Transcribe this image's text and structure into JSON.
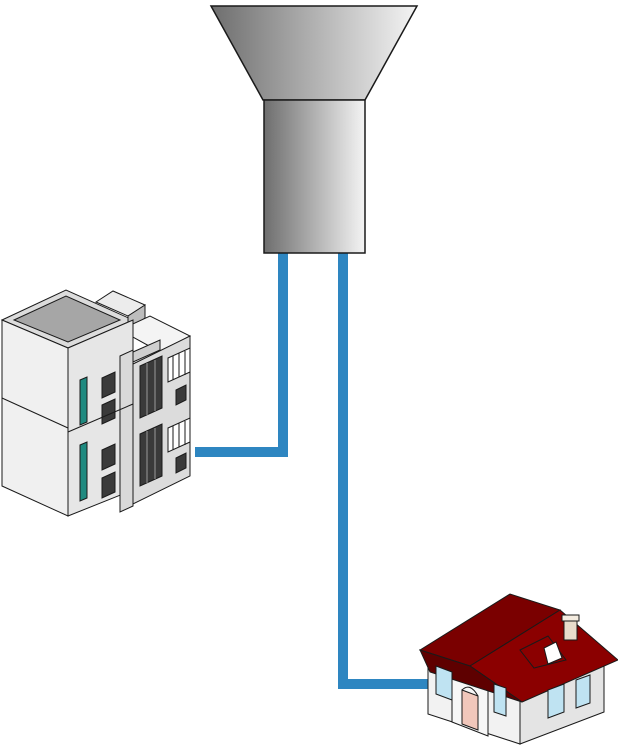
{
  "diagram": {
    "nodes": [
      {
        "id": "water-tower",
        "icon": "water-tower-icon"
      },
      {
        "id": "apartment-building",
        "icon": "apartment-building-icon"
      },
      {
        "id": "house",
        "icon": "house-icon"
      }
    ],
    "connections": [
      {
        "from": "water-tower",
        "to": "apartment-building",
        "kind": "pipe"
      },
      {
        "from": "water-tower",
        "to": "house",
        "kind": "pipe"
      }
    ]
  },
  "colors": {
    "pipe": "#2e86c1",
    "tower_dark": "#6e6e6e",
    "tower_light": "#f4f4f4",
    "roof": "#8b0000",
    "house_wall": "#f2f2f2",
    "window_glass": "#bfe3f2",
    "building_wall": "#f0f0f0",
    "building_accent": "#1f8a80",
    "outline": "#1a1a1a"
  }
}
